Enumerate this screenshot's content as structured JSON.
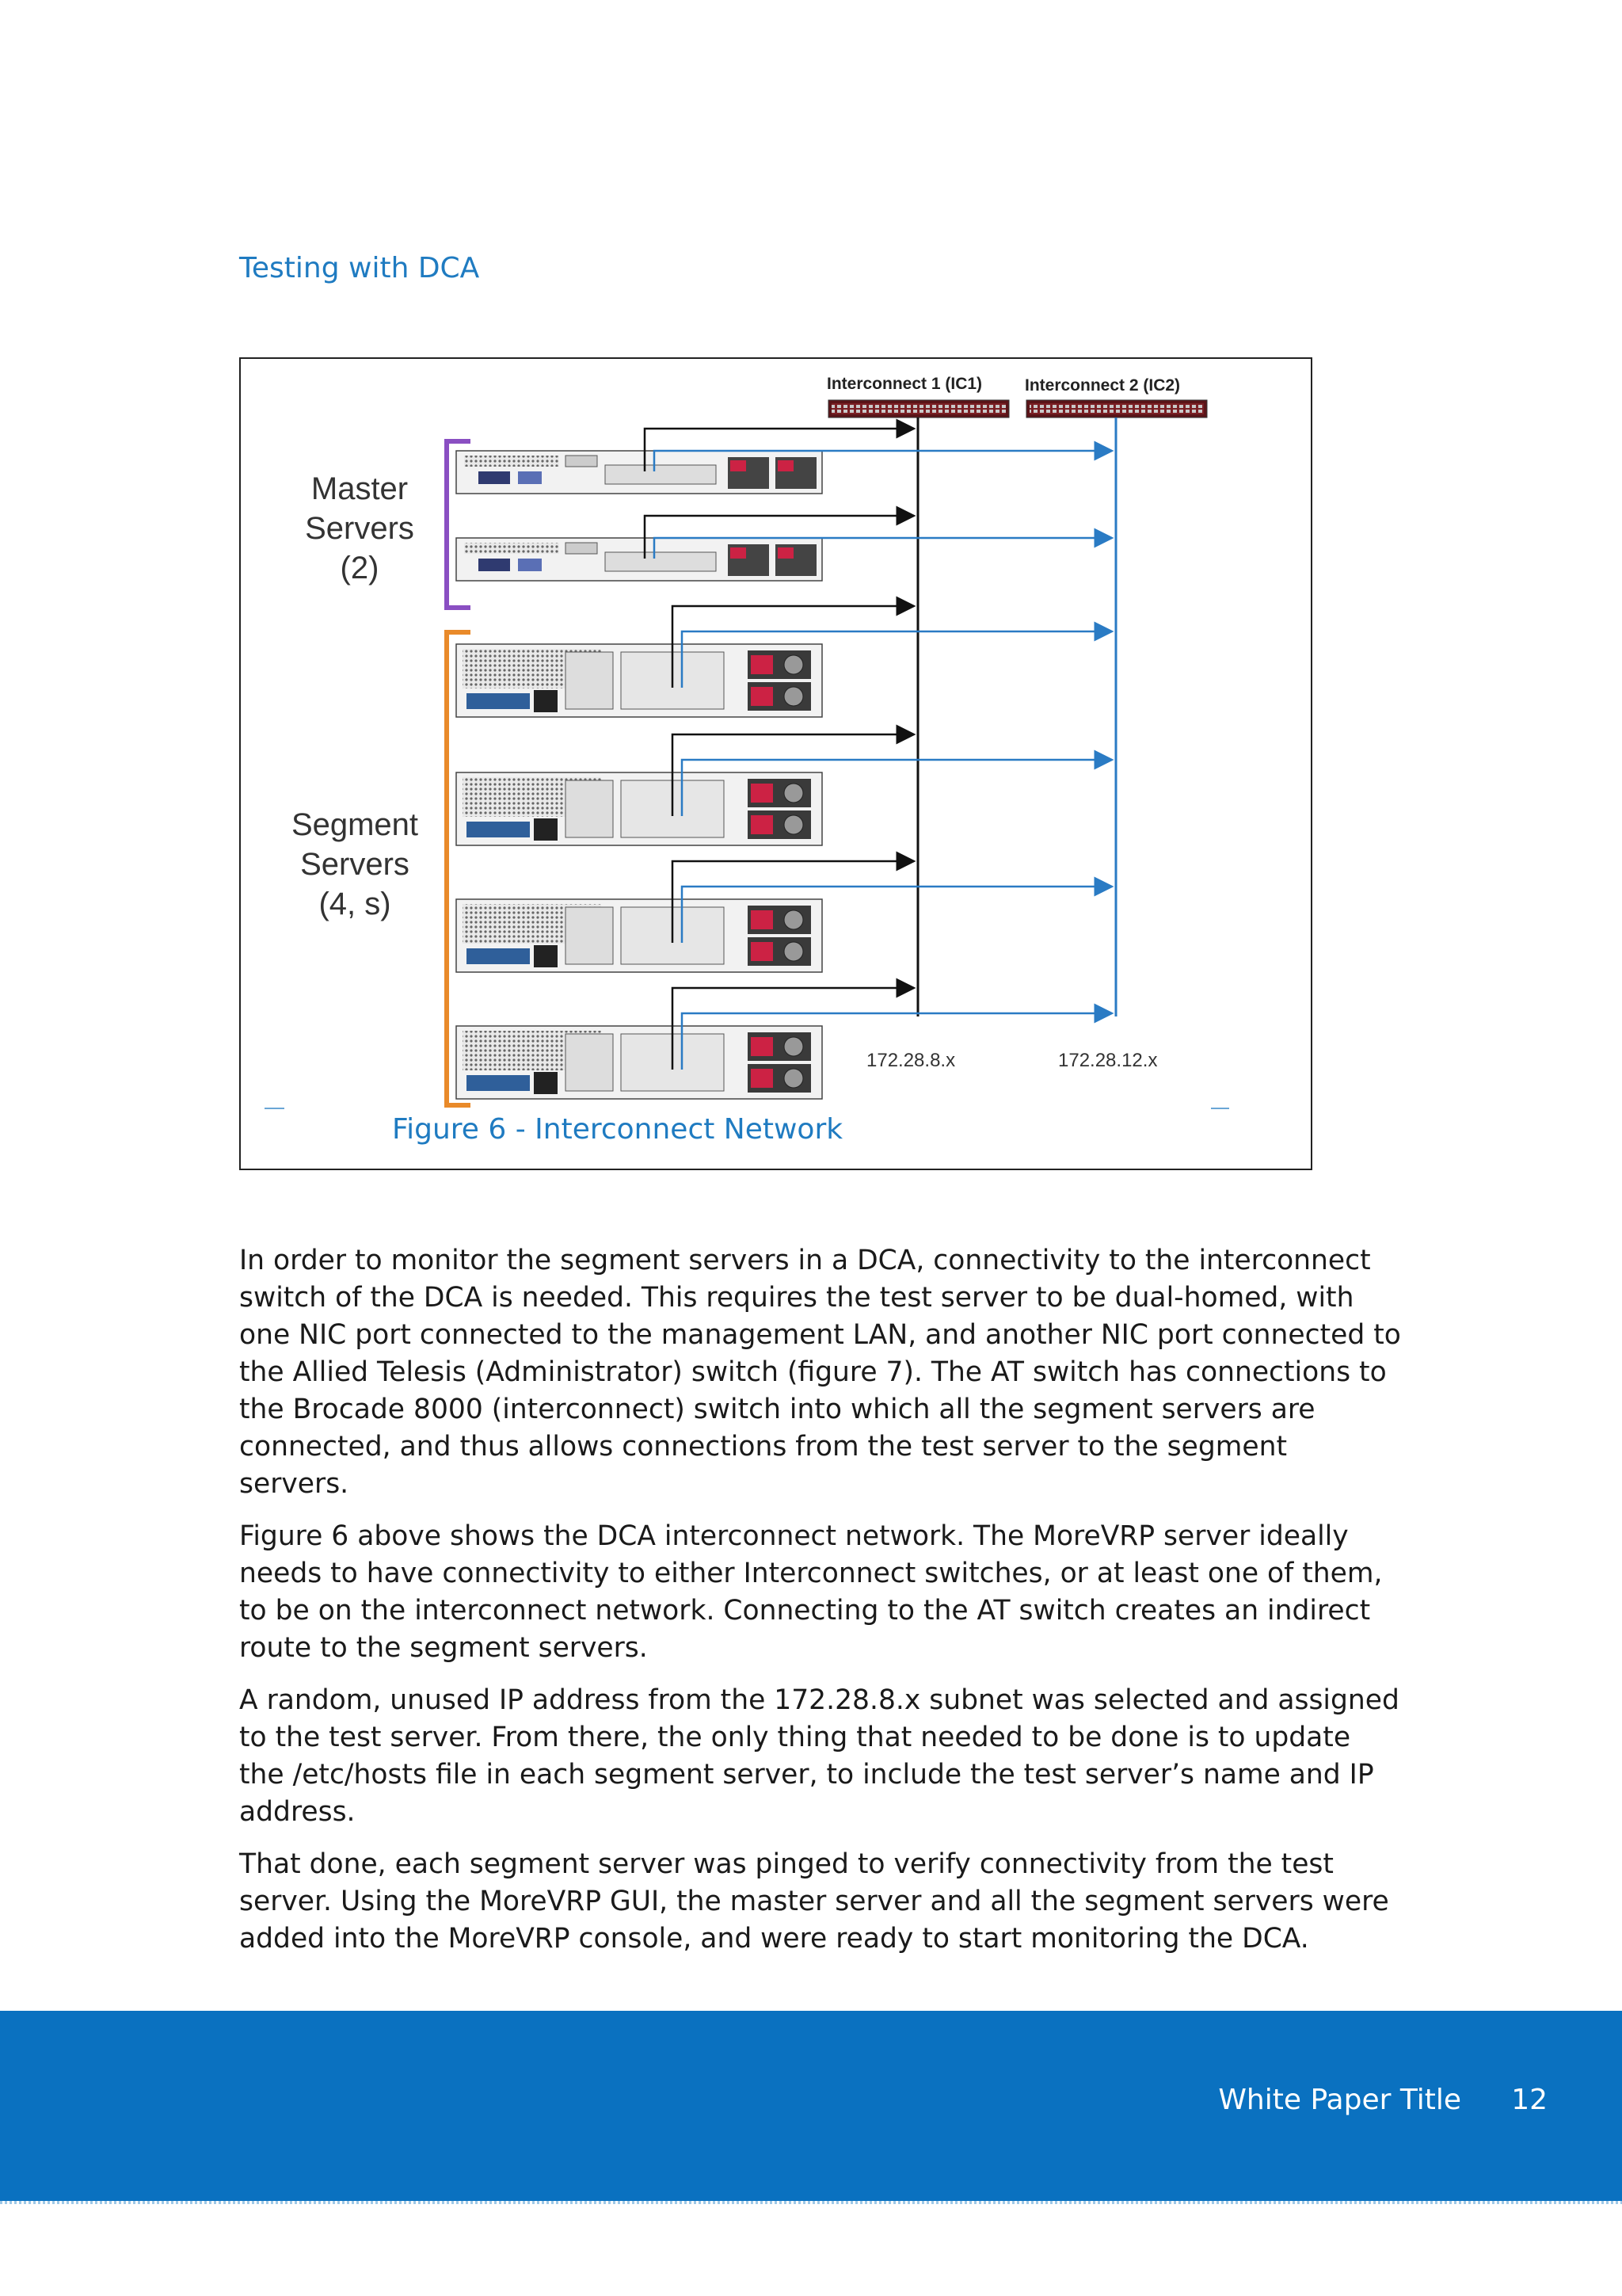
{
  "section": {
    "heading": "Testing with DCA"
  },
  "figure": {
    "ic1_label": "Interconnect 1 (IC1)",
    "ic2_label": "Interconnect 2 (IC2)",
    "master_label": [
      "Master",
      "Servers",
      "(2)"
    ],
    "segment_label": [
      "Segment",
      "Servers",
      "(4, s)"
    ],
    "subnet_ic1": "172.28.8.x",
    "subnet_ic2": "172.28.12.x",
    "caption": "Figure 6 - Interconnect Network",
    "colors": {
      "ic1_line": "#111111",
      "ic2_line": "#2a7bc4",
      "master_bracket": "#8a4fc2",
      "segment_bracket": "#e98a2a"
    }
  },
  "body": {
    "paragraphs": [
      "In order to monitor the segment servers in a DCA, connectivity to the interconnect switch of the DCA is needed.  This requires the test server to be dual-homed, with one NIC port connected to the management LAN, and another NIC port connected to the Allied Telesis (Administrator) switch (figure 7).  The AT switch has connections to the Brocade 8000 (interconnect) switch into which all the segment servers are connected, and thus allows connections from the test server to the segment servers.",
      "Figure 6 above shows the DCA interconnect network.  The MoreVRP server ideally needs to have connectivity to either Interconnect switches, or at least one of them, to be on the interconnect network. Connecting to the AT switch creates an indirect route to the segment servers.",
      "A random, unused IP address from the 172.28.8.x subnet was selected and assigned to the test server. From there, the only thing that needed to be done is to update the /etc/hosts file in each segment server, to include the test server’s name and IP address.",
      "That done, each segment server was pinged to verify connectivity from the test server. Using the MoreVRP GUI, the master server and all the segment servers were added into the MoreVRP console, and were ready to start monitoring the DCA."
    ]
  },
  "footer": {
    "title": "White Paper Title",
    "page": "12"
  }
}
